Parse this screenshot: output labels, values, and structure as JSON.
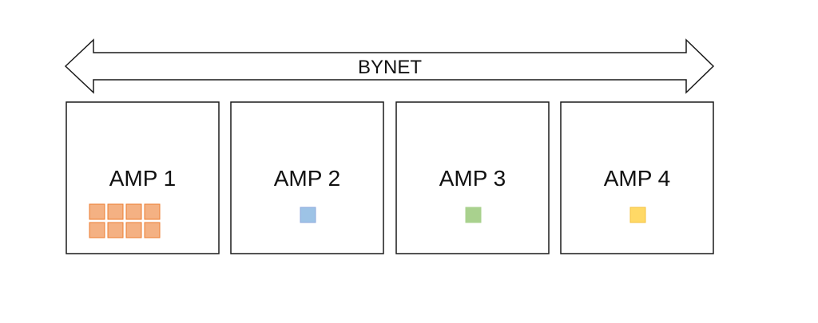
{
  "bus": {
    "label": "BYNET"
  },
  "amps": [
    {
      "label": "AMP 1",
      "block_count": 8,
      "block_color": "#f4b183",
      "block_border": "#ed7d31"
    },
    {
      "label": "AMP 2",
      "block_count": 1,
      "block_color": "#9dc3e6",
      "block_border": "#8faadc"
    },
    {
      "label": "AMP 3",
      "block_count": 1,
      "block_color": "#a9d18e",
      "block_border": "#a9d18e"
    },
    {
      "label": "AMP 4",
      "block_count": 1,
      "block_color": "#ffd966",
      "block_border": "#f4c242"
    }
  ],
  "colors": {
    "outline": "#1a1a1a",
    "background": "#ffffff"
  }
}
